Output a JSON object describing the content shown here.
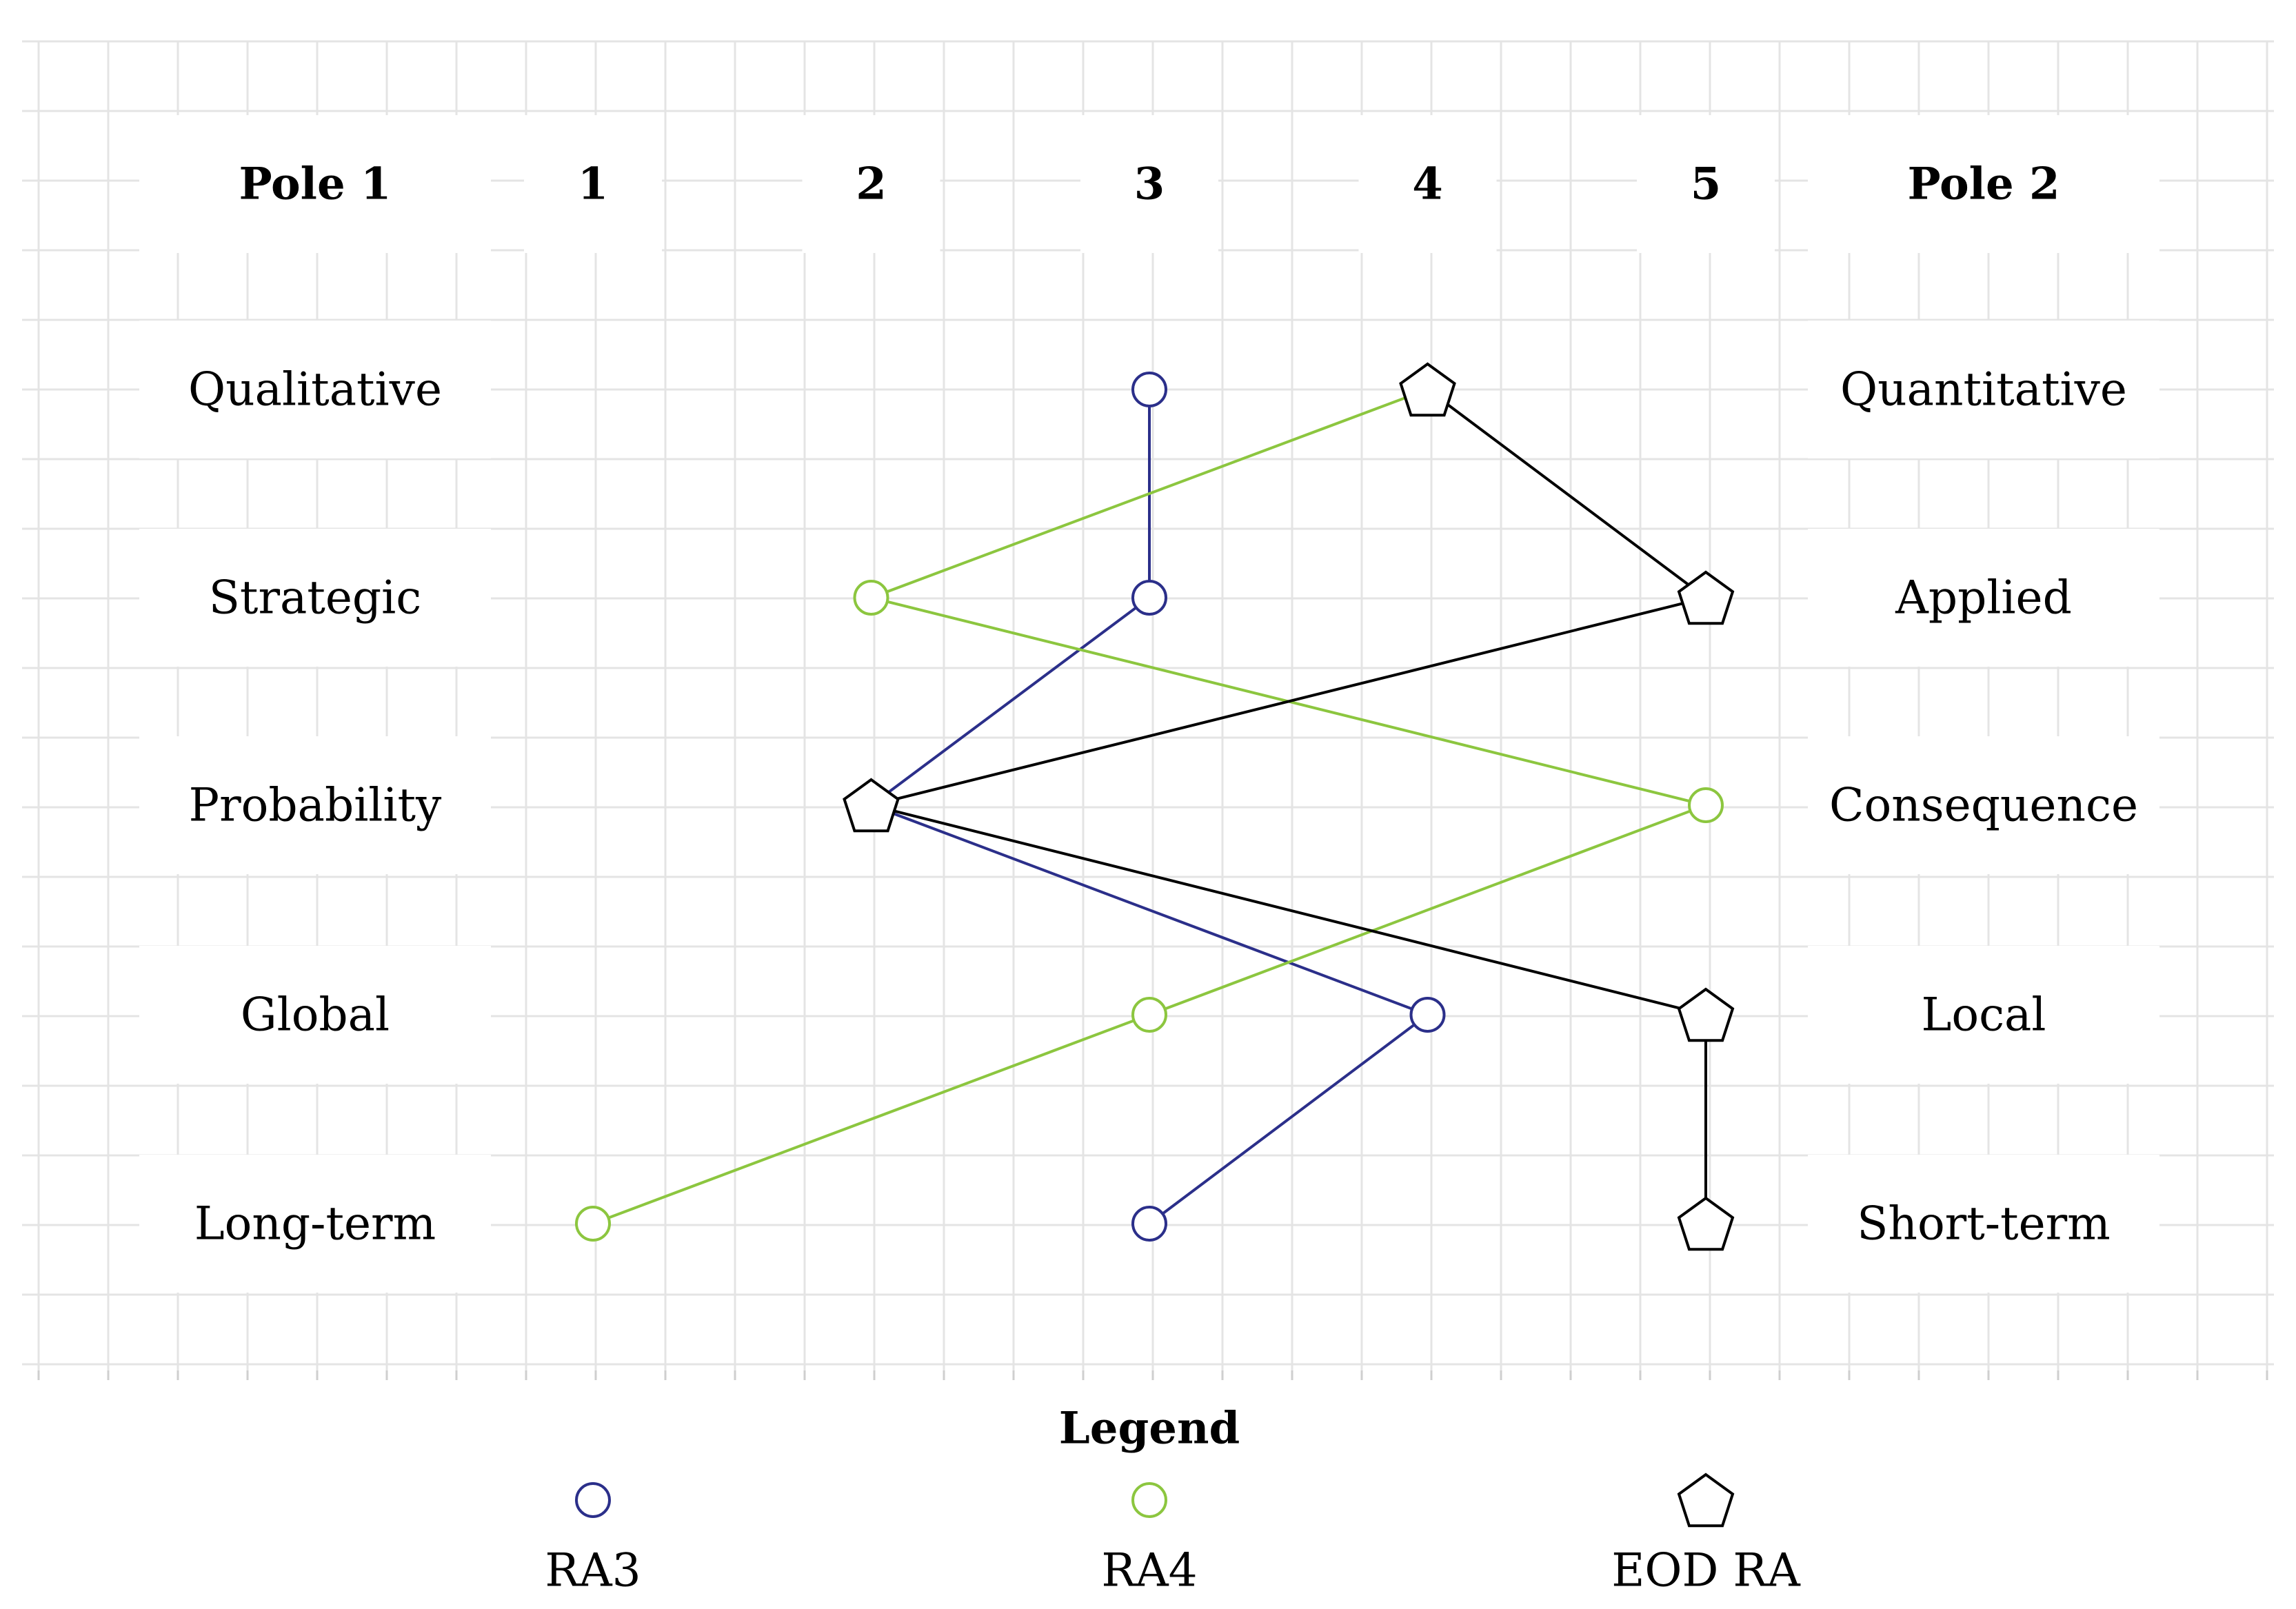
{
  "chart_data": {
    "type": "line",
    "header": {
      "pole1": "Pole 1",
      "pole2": "Pole 2",
      "scale": [
        "1",
        "2",
        "3",
        "4",
        "5"
      ]
    },
    "rows": [
      {
        "pole1": "Qualitative",
        "pole2": "Quantitative"
      },
      {
        "pole1": "Strategic",
        "pole2": "Applied"
      },
      {
        "pole1": "Probability",
        "pole2": "Consequence"
      },
      {
        "pole1": "Global",
        "pole2": "Local"
      },
      {
        "pole1": "Long-term",
        "pole2": "Short-term"
      }
    ],
    "xlim": [
      1,
      5
    ],
    "grid": true,
    "series": [
      {
        "name": "RA3",
        "color": "#2b2f8a",
        "marker": "circle",
        "values": [
          3,
          3,
          2,
          4,
          3
        ]
      },
      {
        "name": "RA4",
        "color": "#8cc63f",
        "marker": "circle",
        "values": [
          4,
          2,
          5,
          3,
          1
        ]
      },
      {
        "name": "EOD RA",
        "color": "#000000",
        "marker": "pentagon",
        "values": [
          4,
          5,
          2,
          5,
          5
        ]
      }
    ],
    "legend": {
      "title": "Legend",
      "position": "bottom"
    }
  }
}
